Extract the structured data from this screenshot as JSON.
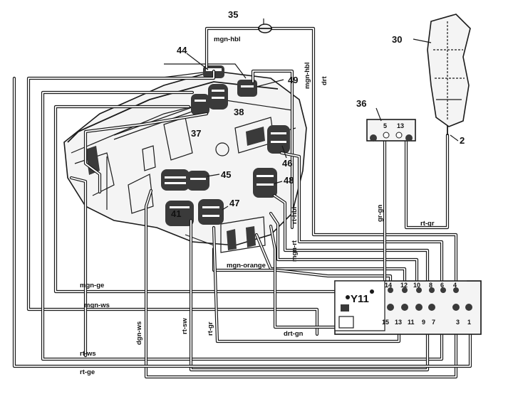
{
  "components": {
    "n2": "2",
    "n30": "30",
    "n35": "35",
    "n36": "36",
    "n37": "37",
    "n38": "38",
    "n41": "41",
    "n44": "44",
    "n45": "45",
    "n46": "46",
    "n47": "47",
    "n48": "48",
    "n49": "49",
    "valve": "Y11"
  },
  "wires": {
    "mgn_hbl_top": "mgn-hbl",
    "mgn_hbl_vert": "mgn-hbl",
    "drt": "drt",
    "gr_gn": "gr-gn",
    "rt_gr_right": "rt-gr",
    "rt_hbl": "rt-hbl",
    "mgn_rt": "mgn-rt",
    "mgn_orange": "mgn-orange",
    "mgn_ge": "mgn-ge",
    "mgn_ws": "mgn-ws",
    "drt_gn": "drt-gn",
    "rt_gr_left": "rt-gr",
    "rt_sw": "rt-sw",
    "dgn_ws": "dgn-ws",
    "rt_ws": "rt-ws",
    "rt_ge": "rt-ge"
  },
  "pins": {
    "top": [
      "14",
      "12",
      "10",
      "8",
      "6",
      "4"
    ],
    "bottom": [
      "15",
      "13",
      "11",
      "9",
      "7",
      "3",
      "1"
    ],
    "block36": [
      "5",
      "13"
    ]
  }
}
